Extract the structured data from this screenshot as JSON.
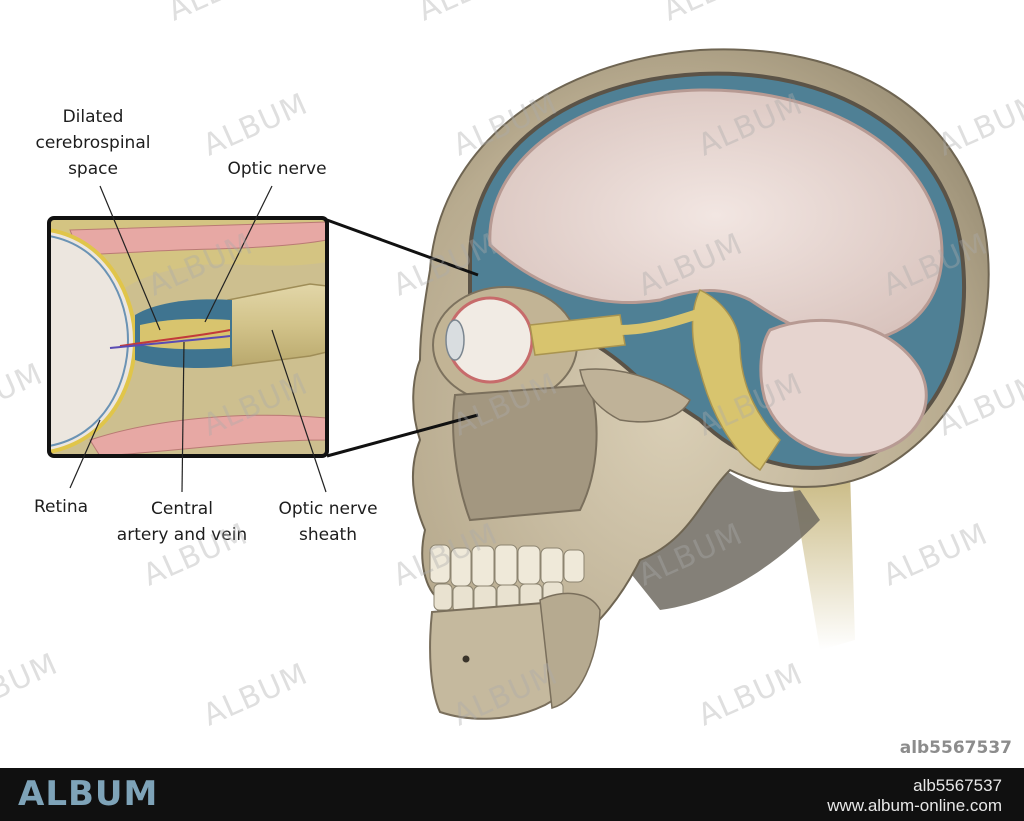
{
  "labels": {
    "dilated": "Dilated\ncerebrospinal\nspace",
    "optic_nerve": "Optic nerve",
    "retina": "Retina",
    "central": "Central\nartery and vein",
    "sheath": "Optic nerve\nsheath"
  },
  "watermark": {
    "text": "ALBUM"
  },
  "image_id": "alb5567537",
  "footer": {
    "logo": "ALBUM",
    "id": "alb5567537",
    "url": "www.album-online.com"
  },
  "colors": {
    "bone": "#c9bda3",
    "brain": "#eadad5",
    "csf": "#4f8095",
    "nerve": "#d8c46e",
    "vessel_blue": "#2a5f8c",
    "footer_bg": "#101010",
    "logo": "#7ea3b8"
  }
}
